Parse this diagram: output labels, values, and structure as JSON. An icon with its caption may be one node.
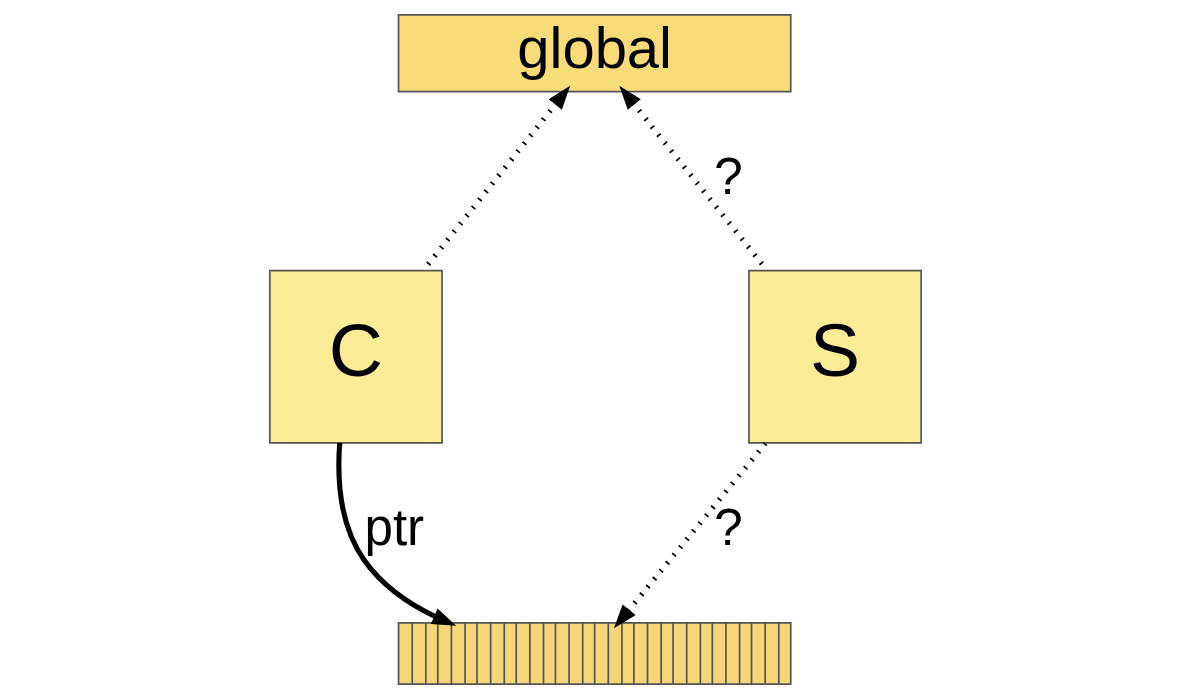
{
  "diagram": {
    "nodes": [
      {
        "text": [
          "global"
        ]
      },
      {
        "text": [
          "C"
        ]
      },
      {
        "text": [
          "S"
        ]
      },
      {
        "text": [],
        "shape": "bar"
      }
    ],
    "edges": [
      {
        "from": 1,
        "to": 0,
        "arrow": "to",
        "style": "dashed"
      },
      {
        "from": 2,
        "to": 0,
        "arrow": "to",
        "style": "dashed",
        "label": "?"
      },
      {
        "from": 2,
        "to": 3,
        "arrow": "to",
        "style": "dashed",
        "label": "?"
      },
      {
        "from": 1,
        "to": 3,
        "arrow": "to",
        "label": "ptr"
      }
    ]
  }
}
